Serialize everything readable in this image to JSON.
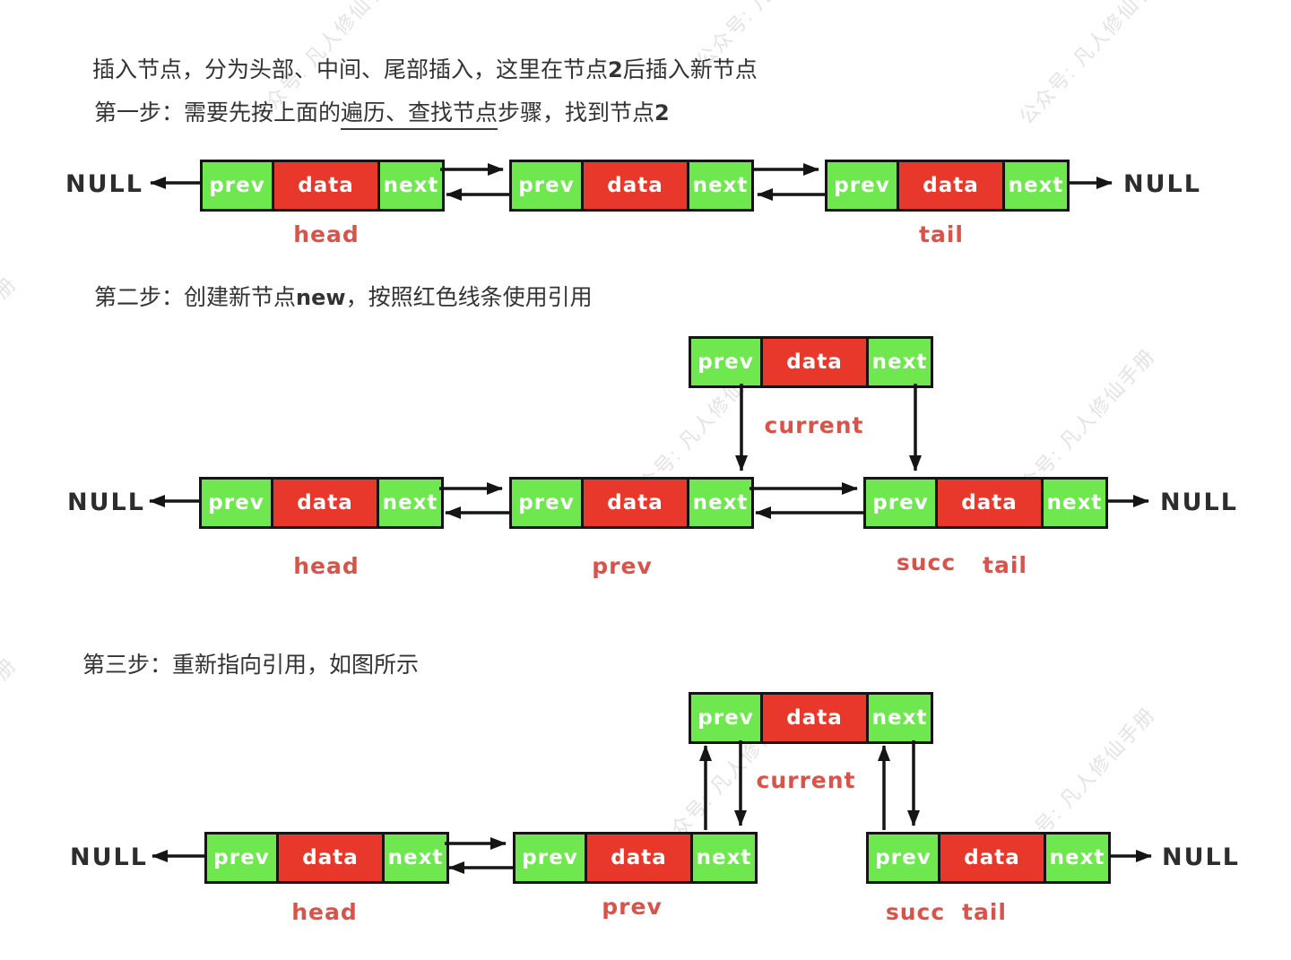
{
  "colors": {
    "cell_green": "#6ee84e",
    "cell_red": "#e8382c",
    "label_red": "#d9534b",
    "ink": "#151515",
    "watermark_gray": "#e3e3e3"
  },
  "watermark_text": "公众号: 凡人修仙手册",
  "texts": {
    "title_lead": "插入节点，分为头部、中间、尾部插入，这里在节点",
    "title_num": "2",
    "title_tail": "后插入新节点",
    "step1_lead": "第一步：需要先按上面的",
    "step1_underline": "遍历、查找节点",
    "step1_mid": "步骤，找到节点",
    "step1_num": "2",
    "step2_lead": "第二步：创建新节点",
    "step2_kw": "new",
    "step2_tail": "，按照红色线条使用引用",
    "step3_text": "第三步：重新指向引用，如图所示"
  },
  "node": {
    "prev": "prev",
    "data": "data",
    "next": "next"
  },
  "null_label": "NULL",
  "labels": {
    "head": "head",
    "tail": "tail",
    "current": "current",
    "prev": "prev",
    "succ": "succ"
  }
}
